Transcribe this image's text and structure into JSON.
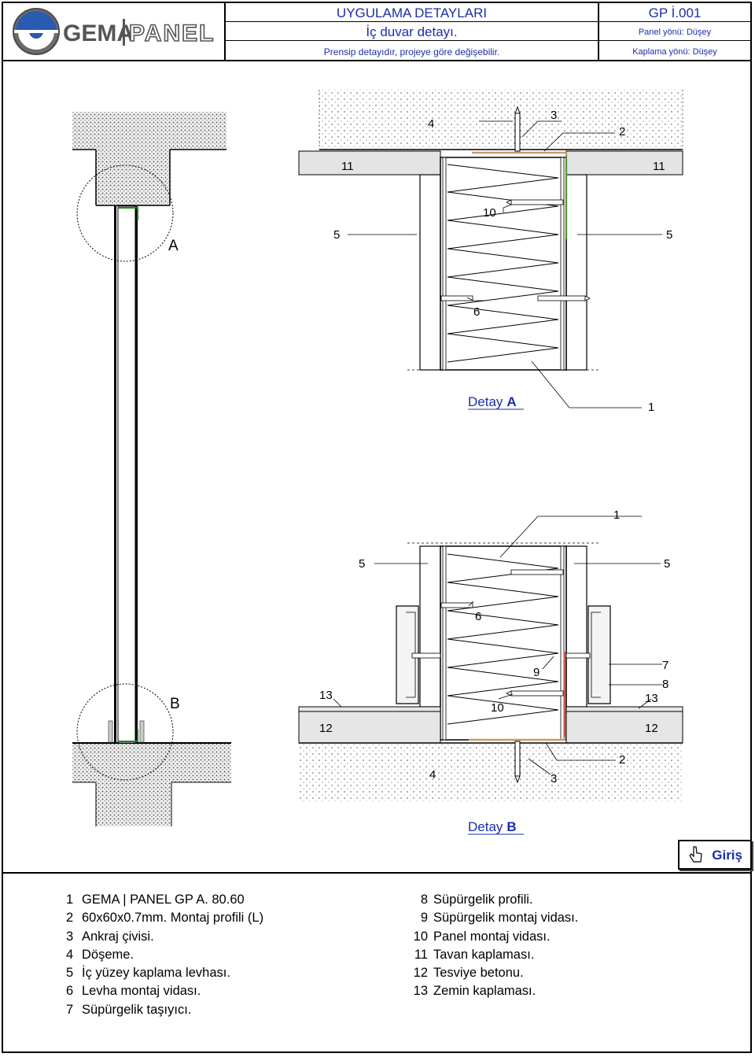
{
  "brand": {
    "logo_text": "GEMA",
    "logo_text2": "PANEL"
  },
  "title_block": {
    "title": "UYGULAMA DETAYLARI",
    "subtitle": "İç duvar detayı.",
    "note": "Prensip detayıdır, projeye göre değişebilir.",
    "code": "GP İ.001",
    "panel_direction": "Panel yönü: Düşey",
    "cladding_direction": "Kaplama yönü: Düşey"
  },
  "section": {
    "label_a": "A",
    "label_b": "B"
  },
  "detail_a": {
    "caption_prefix": "Detay",
    "caption_letter": "A",
    "labels": {
      "l4": "4",
      "l3": "3",
      "l2": "2",
      "l11_left": "11",
      "l11_right": "11",
      "l10": "10",
      "l5_left": "5",
      "l5_right": "5",
      "l6": "6",
      "l1": "1"
    }
  },
  "detail_b": {
    "caption_prefix": "Detay",
    "caption_letter": "B",
    "labels": {
      "l1": "1",
      "l5_left": "5",
      "l5_right": "5",
      "l6": "6",
      "l7": "7",
      "l9": "9",
      "l8": "8",
      "l13_left": "13",
      "l13_right": "13",
      "l10": "10",
      "l12_left": "12",
      "l12_right": "12",
      "l4": "4",
      "l3": "3",
      "l2": "2"
    }
  },
  "giris_button": {
    "label": "Giriş",
    "icon": "hand-pointer-icon"
  },
  "legend_left": [
    {
      "n": "1",
      "text": "GEMA | PANEL  GP A. 80.60"
    },
    {
      "n": "2",
      "text": "60x60x0.7mm. Montaj profili (L)"
    },
    {
      "n": "3",
      "text": "Ankraj çivisi."
    },
    {
      "n": "4",
      "text": "Döşeme."
    },
    {
      "n": "5",
      "text": "İç yüzey kaplama levhası."
    },
    {
      "n": "6",
      "text": "Levha montaj vidası."
    },
    {
      "n": "7",
      "text": "Süpürgelik taşıyıcı."
    }
  ],
  "legend_right": [
    {
      "n": "8",
      "text": "Süpürgelik profili."
    },
    {
      "n": "9",
      "text": "Süpürgelik montaj vidası."
    },
    {
      "n": "10",
      "text": "Panel montaj vidası."
    },
    {
      "n": "11",
      "text": "Tavan kaplaması."
    },
    {
      "n": "12",
      "text": "Tesviye betonu."
    },
    {
      "n": "13",
      "text": "Zemin kaplaması."
    }
  ]
}
